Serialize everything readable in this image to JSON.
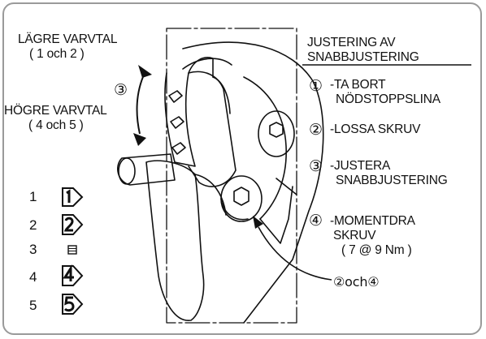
{
  "left_labels": {
    "low_speed": "LÄGRE VARVTAL",
    "low_gears": "( 1 och 2 )",
    "high_speed": "HÖGRE VARVTAL",
    "high_gears": "( 4 och 5 )",
    "arrow_marker": "③"
  },
  "instructions": {
    "heading_line1": "JUSTERING AV",
    "heading_line2": "SNABBJUSTERING",
    "steps": [
      {
        "marker": "①",
        "line1": "-TA BORT",
        "line2": "NÖDSTOPPSLINA"
      },
      {
        "marker": "②",
        "line1": "-LOSSA SKRUV",
        "line2": ""
      },
      {
        "marker": "③",
        "line1": "-JUSTERA",
        "line2": "SNABBJUSTERING"
      },
      {
        "marker": "④",
        "line1": "-MOMENTDRA",
        "line2": "SKRUV",
        "line3": "( 7 @ 9 Nm )"
      }
    ]
  },
  "callout": {
    "label": "②och④"
  },
  "gear_list": [
    {
      "num": "1",
      "symbol": "1"
    },
    {
      "num": "2",
      "symbol": "2"
    },
    {
      "num": "3",
      "symbol": "≡"
    },
    {
      "num": "4",
      "symbol": "4"
    },
    {
      "num": "5",
      "symbol": "5"
    }
  ]
}
